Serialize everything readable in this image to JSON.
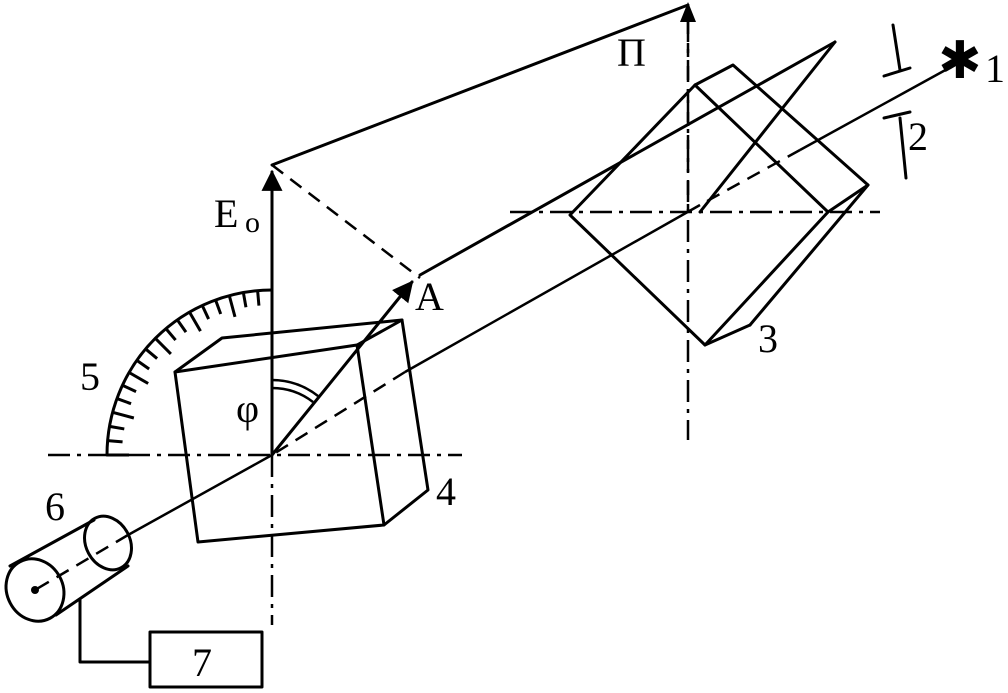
{
  "labels": {
    "vector_e": "E",
    "vector_e_sub": "o",
    "vector_a": "A",
    "plane_p": "П",
    "angle_phi": "φ",
    "num_1": "1",
    "num_2": "2",
    "num_3": "3",
    "num_4": "4",
    "num_5": "5",
    "num_6": "6",
    "num_7": "7",
    "source_star": "✱"
  }
}
